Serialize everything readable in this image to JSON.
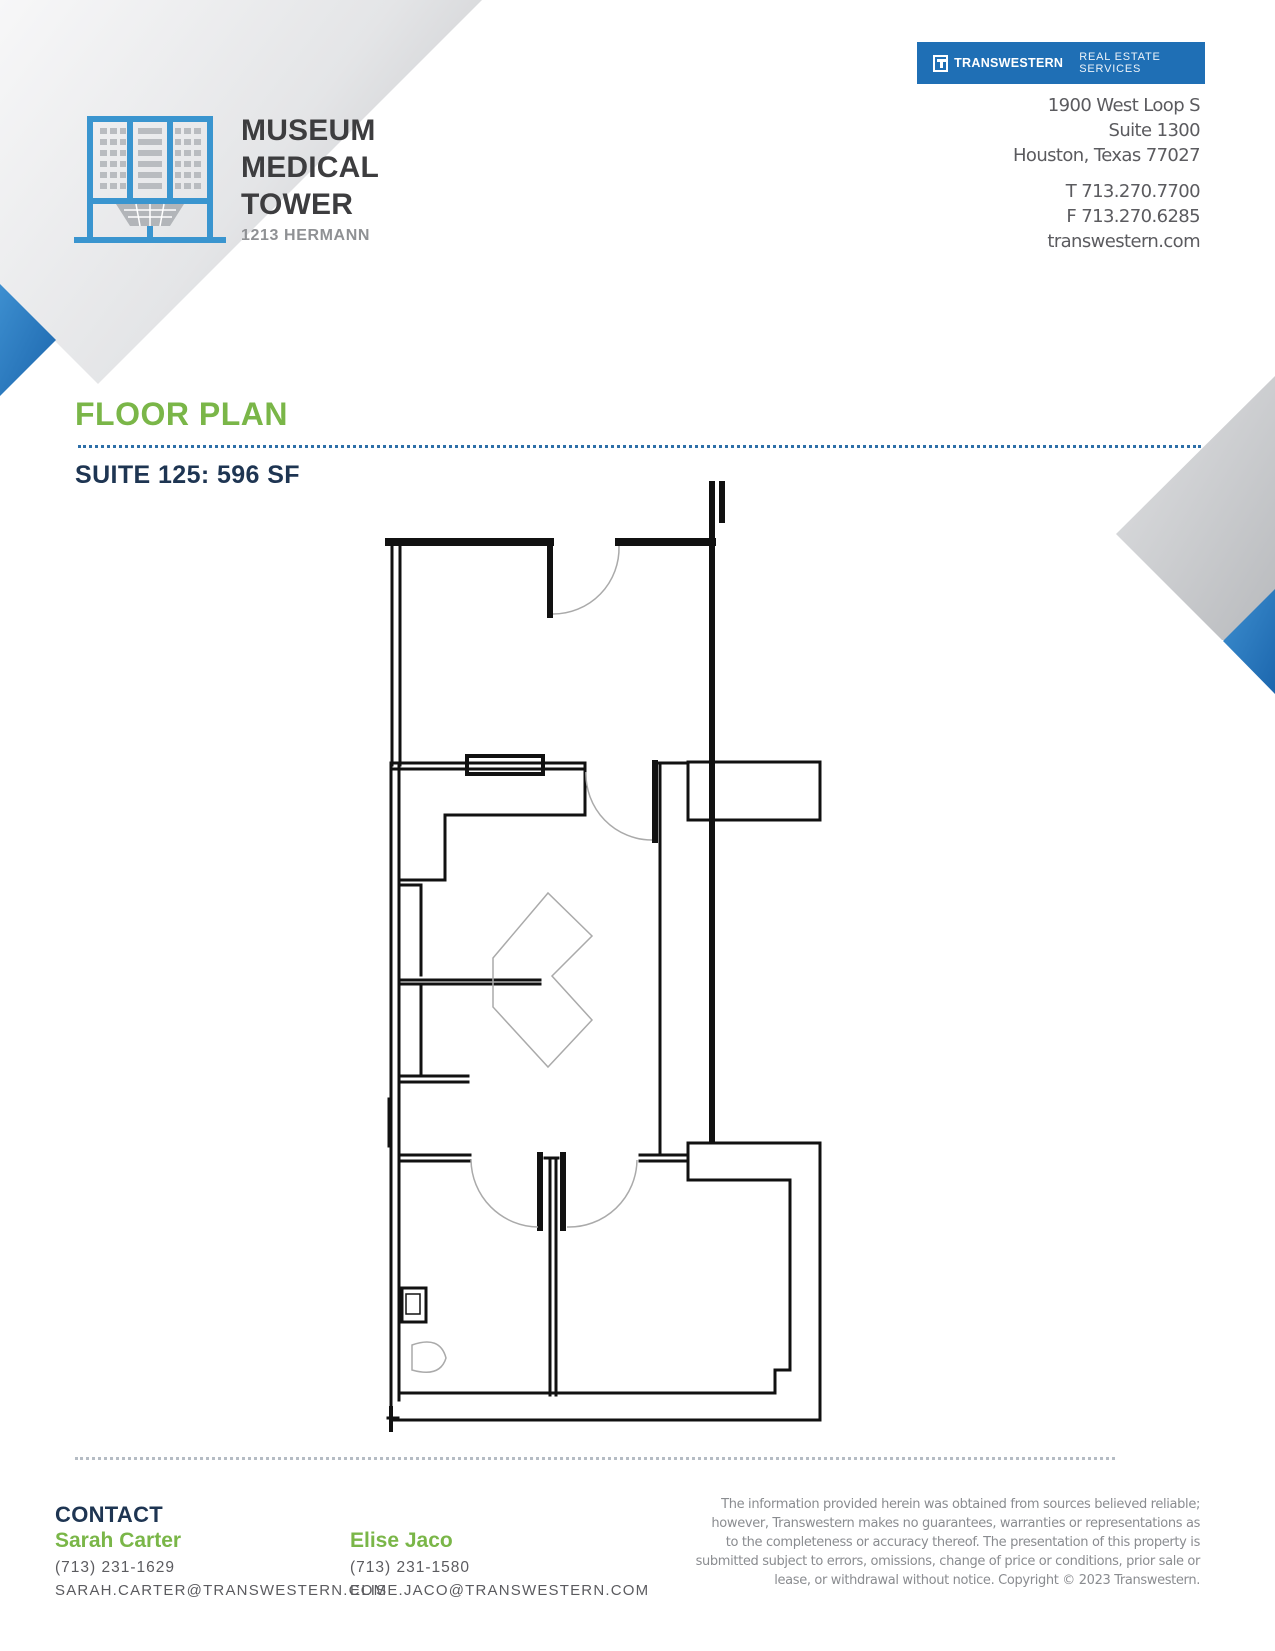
{
  "brand": {
    "building_name_lines": [
      "MUSEUM",
      "MEDICAL",
      "TOWER"
    ],
    "building_address": "1213 HERMANN",
    "company": "TRANSWESTERN",
    "company_tagline": "REAL ESTATE SERVICES",
    "accent_color": "#1f6fb5",
    "green_color": "#7ab648",
    "navy_color": "#1e3552"
  },
  "office": {
    "street": "1900 West Loop S",
    "suite": "Suite 1300",
    "city_state_zip": "Houston, Texas 77027",
    "phone": "T 713.270.7700",
    "fax": "F 713.270.6285",
    "website": "transwestern.com"
  },
  "page": {
    "title": "FLOOR PLAN",
    "subtitle": "SUITE 125: 596 SF"
  },
  "contact": {
    "heading": "CONTACT",
    "people": [
      {
        "name": "Sarah Carter",
        "phone": "(713) 231-1629",
        "email": "SARAH.CARTER@TRANSWESTERN.COM"
      },
      {
        "name": "Elise Jaco",
        "phone": "(713) 231-1580",
        "email": "ELISE.JACO@TRANSWESTERN.COM"
      }
    ]
  },
  "disclaimer_lines": [
    "The information provided herein was obtained from sources believed reliable;",
    "however, Transwestern makes no guarantees, warranties or representations as",
    "to the completeness or accuracy thereof. The presentation of this property is",
    "submitted subject to errors, omissions, change of price or conditions, prior sale or",
    "lease, or withdrawal without notice. Copyright © 2023 Transwestern."
  ]
}
